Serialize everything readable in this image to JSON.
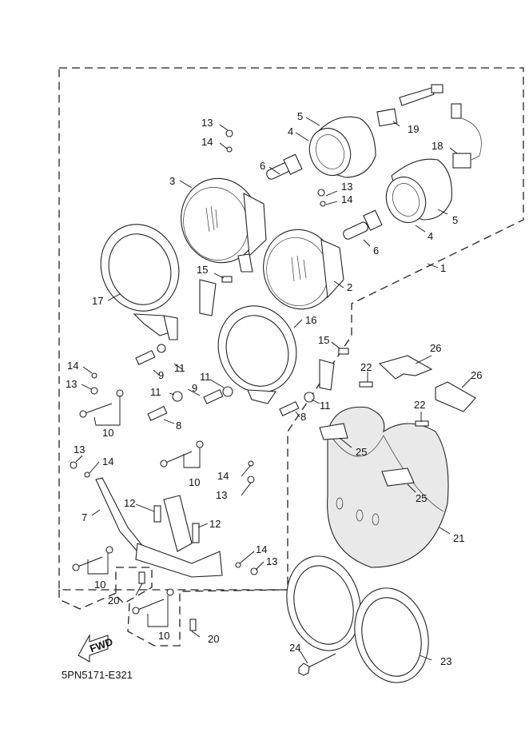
{
  "diagram": {
    "title_code": "5PN5171-E321",
    "fwd_label": "FWD",
    "assembly_group_label": "1",
    "callouts": [
      {
        "id": "c1",
        "label": "1",
        "part": "headlight-assembly"
      },
      {
        "id": "c2",
        "label": "2",
        "part": "headlight-unit-right"
      },
      {
        "id": "c3",
        "label": "3",
        "part": "headlight-unit-left"
      },
      {
        "id": "c4a",
        "label": "4",
        "part": "bulb-socket-ring"
      },
      {
        "id": "c4b",
        "label": "4",
        "part": "bulb-socket-ring"
      },
      {
        "id": "c5a",
        "label": "5",
        "part": "bulb-cover"
      },
      {
        "id": "c5b",
        "label": "5",
        "part": "bulb-cover"
      },
      {
        "id": "c6a",
        "label": "6",
        "part": "bulb"
      },
      {
        "id": "c6b",
        "label": "6",
        "part": "bulb"
      },
      {
        "id": "c7",
        "label": "7",
        "part": "stay"
      },
      {
        "id": "c8a",
        "label": "8",
        "part": "spring"
      },
      {
        "id": "c8b",
        "label": "8",
        "part": "spring"
      },
      {
        "id": "c9a",
        "label": "9",
        "part": "spring"
      },
      {
        "id": "c9b",
        "label": "9",
        "part": "spring"
      },
      {
        "id": "c10a",
        "label": "10",
        "part": "screw-with-washer"
      },
      {
        "id": "c10b",
        "label": "10",
        "part": "screw-with-washer"
      },
      {
        "id": "c10c",
        "label": "10",
        "part": "screw-with-washer"
      },
      {
        "id": "c10d",
        "label": "10",
        "part": "screw-with-washer"
      },
      {
        "id": "c11a",
        "label": "11",
        "part": "nut"
      },
      {
        "id": "c11b",
        "label": "11",
        "part": "nut"
      },
      {
        "id": "c11c",
        "label": "11",
        "part": "nut"
      },
      {
        "id": "c11d",
        "label": "11",
        "part": "nut"
      },
      {
        "id": "c12a",
        "label": "12",
        "part": "spring"
      },
      {
        "id": "c12b",
        "label": "12",
        "part": "spring"
      },
      {
        "id": "c13a",
        "label": "13",
        "part": "screw"
      },
      {
        "id": "c13b",
        "label": "13",
        "part": "screw"
      },
      {
        "id": "c13c",
        "label": "13",
        "part": "screw"
      },
      {
        "id": "c13d",
        "label": "13",
        "part": "screw"
      },
      {
        "id": "c13e",
        "label": "13",
        "part": "screw"
      },
      {
        "id": "c13f",
        "label": "13",
        "part": "screw"
      },
      {
        "id": "c14a",
        "label": "14",
        "part": "washer"
      },
      {
        "id": "c14b",
        "label": "14",
        "part": "washer"
      },
      {
        "id": "c14c",
        "label": "14",
        "part": "washer"
      },
      {
        "id": "c14d",
        "label": "14",
        "part": "washer"
      },
      {
        "id": "c14e",
        "label": "14",
        "part": "washer"
      },
      {
        "id": "c14f",
        "label": "14",
        "part": "washer"
      },
      {
        "id": "c15a",
        "label": "15",
        "part": "bolt"
      },
      {
        "id": "c15b",
        "label": "15",
        "part": "bolt"
      },
      {
        "id": "c16",
        "label": "16",
        "part": "headlight-rim-right"
      },
      {
        "id": "c17",
        "label": "17",
        "part": "headlight-rim-left"
      },
      {
        "id": "c18",
        "label": "18",
        "part": "lead-wire"
      },
      {
        "id": "c19",
        "label": "19",
        "part": "lead-wire"
      },
      {
        "id": "c20a",
        "label": "20",
        "part": "bolt"
      },
      {
        "id": "c20b",
        "label": "20",
        "part": "bolt"
      },
      {
        "id": "c21",
        "label": "21",
        "part": "headlight-body-cover"
      },
      {
        "id": "c22a",
        "label": "22",
        "part": "screw"
      },
      {
        "id": "c22b",
        "label": "22",
        "part": "screw"
      },
      {
        "id": "c23",
        "label": "23",
        "part": "headlight-rim-cover"
      },
      {
        "id": "c24",
        "label": "24",
        "part": "bolt"
      },
      {
        "id": "c25a",
        "label": "25",
        "part": "damper"
      },
      {
        "id": "c25b",
        "label": "25",
        "part": "damper"
      },
      {
        "id": "c26a",
        "label": "26",
        "part": "plate"
      },
      {
        "id": "c26b",
        "label": "26",
        "part": "plate"
      }
    ]
  }
}
